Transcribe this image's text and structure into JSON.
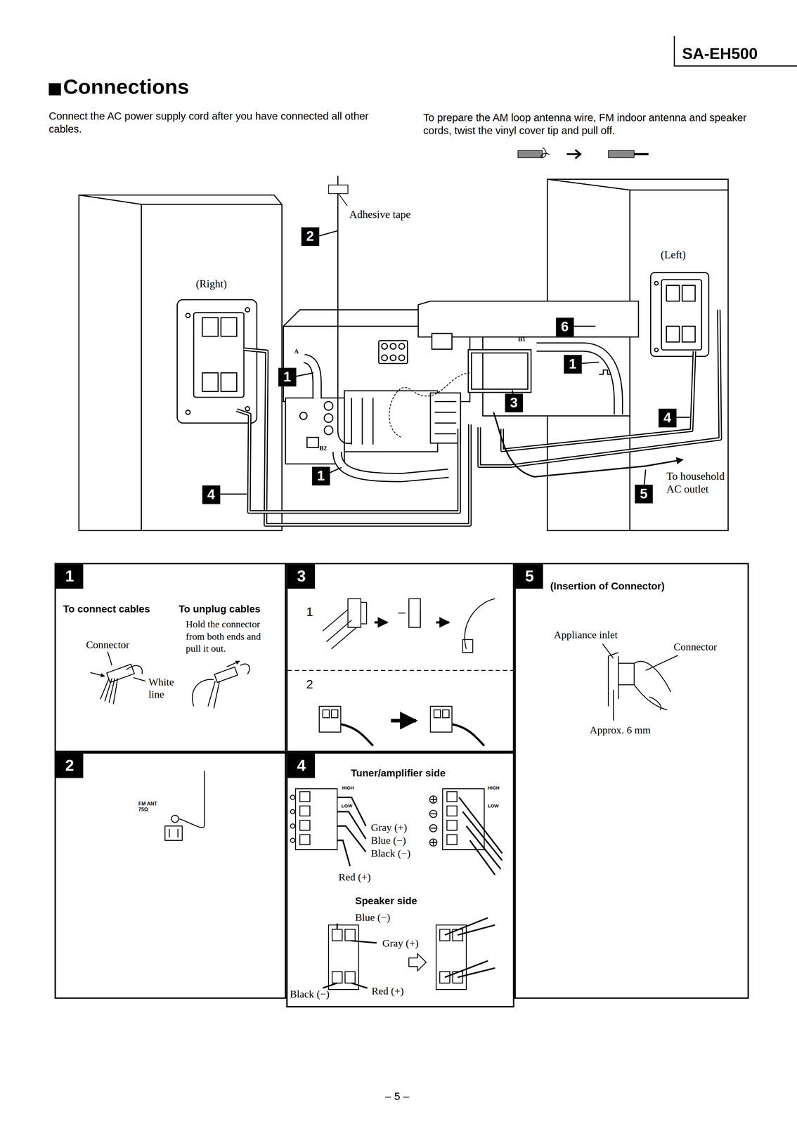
{
  "diagram": {
    "title": "Connections",
    "nodes": [
      {
        "text": [
          "1",
          "To connect cables",
          "To unplug cables",
          "Hold the connector from both ends and pull it out.",
          "Connector",
          "White line"
        ]
      },
      {
        "text": [
          "3",
          "1",
          "2"
        ]
      },
      {
        "text": [
          "5",
          "(Insertion of Connector)",
          "Appliance inlet",
          "Connector",
          "Approx. 6 mm"
        ]
      },
      {
        "text": [
          "2",
          "FM ANT 75Ω"
        ]
      },
      {
        "text": [
          "4",
          "Tuner/amplifier side",
          "HIGH",
          "LOW",
          "HIGH",
          "LOW",
          "Gray (+)",
          "Blue (−)",
          "Black (−)",
          "Red (+)",
          "Speaker side",
          "Blue (−)",
          "Gray (+)",
          "Black (−)",
          "Red (+)"
        ]
      }
    ],
    "labels": [
      "SA-EH500",
      "Connect the AC power supply cord after you have connected all other cables.",
      "To prepare the AM loop antenna wire, FM indoor antenna and speaker cords, twist the vinyl cover tip and pull off.",
      "Adhesive tape",
      "2",
      "(Right)",
      "(Left)",
      "6",
      "A",
      "B1",
      "1",
      "1",
      "3",
      "B2",
      "4",
      "4",
      "1",
      "To household AC outlet",
      "5",
      "– 5 –"
    ]
  }
}
